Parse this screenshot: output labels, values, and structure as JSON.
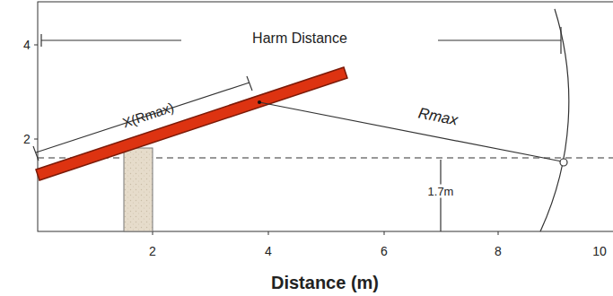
{
  "diagram": {
    "labels": [
      "Harm Distance",
      "X(Rmax)",
      "Rmax",
      "1.7m",
      "4",
      "2",
      "2",
      "4",
      "6",
      "8",
      "10",
      "Distance (m)"
    ]
  }
}
